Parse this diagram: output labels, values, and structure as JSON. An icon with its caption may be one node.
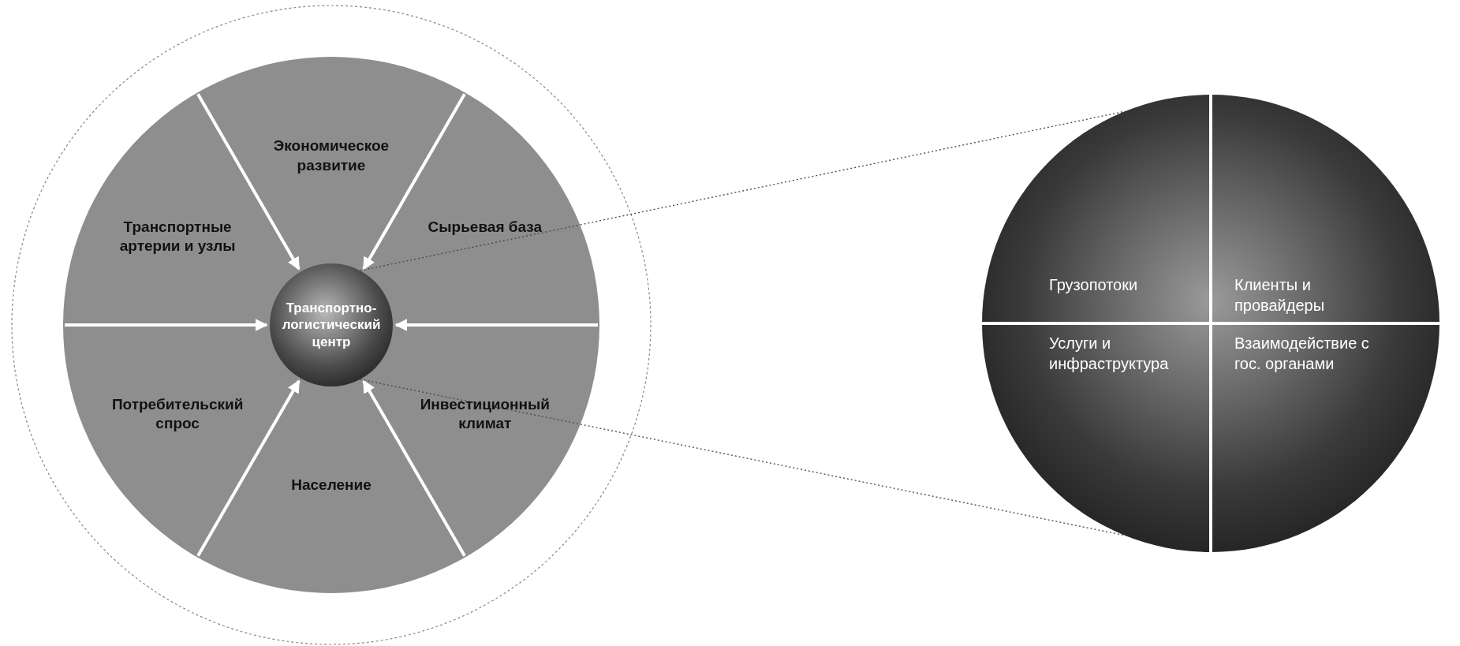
{
  "diagram": {
    "nodes": [
      {
        "text": [],
        "shape": "circle"
      },
      {
        "text": [
          "Экономическое развитие"
        ],
        "in": 0
      },
      {
        "text": [
          "Транспортные артерии и узлы"
        ],
        "in": 0
      },
      {
        "text": [
          "Сырьевая база"
        ],
        "in": 0
      },
      {
        "text": [
          "Транспортно-логистический центр"
        ],
        "in": 0
      },
      {
        "text": [
          "Потребительский спрос"
        ],
        "in": 0
      },
      {
        "text": [
          "Инвестиционный климат"
        ],
        "in": 0
      },
      {
        "text": [
          "Население"
        ],
        "in": 0
      },
      {
        "text": [],
        "shape": "circle"
      },
      {
        "text": [
          "Грузопотоки"
        ],
        "in": 8
      },
      {
        "text": [
          "Клиенты и провайдеры"
        ],
        "in": 8
      },
      {
        "text": [
          "Услуги и инфраструктура"
        ],
        "in": 8
      },
      {
        "text": [
          "Взаимодействие с гос. органами"
        ],
        "in": 8
      }
    ],
    "edges": [
      {
        "from": null,
        "to": 4,
        "arrow": "to"
      },
      {
        "from": null,
        "to": 4,
        "arrow": "to"
      },
      {
        "from": null,
        "to": 4,
        "arrow": "to"
      },
      {
        "from": null,
        "to": 4,
        "arrow": "to"
      },
      {
        "from": null,
        "to": 4,
        "arrow": "to"
      },
      {
        "from": null,
        "to": 4,
        "arrow": "to"
      },
      {
        "from": 4,
        "to": 8,
        "arrow": "none",
        "style": "dashed",
        "color": "#444444"
      },
      {
        "from": 4,
        "to": 8,
        "arrow": "none",
        "style": "dashed",
        "color": "#444444"
      }
    ]
  }
}
